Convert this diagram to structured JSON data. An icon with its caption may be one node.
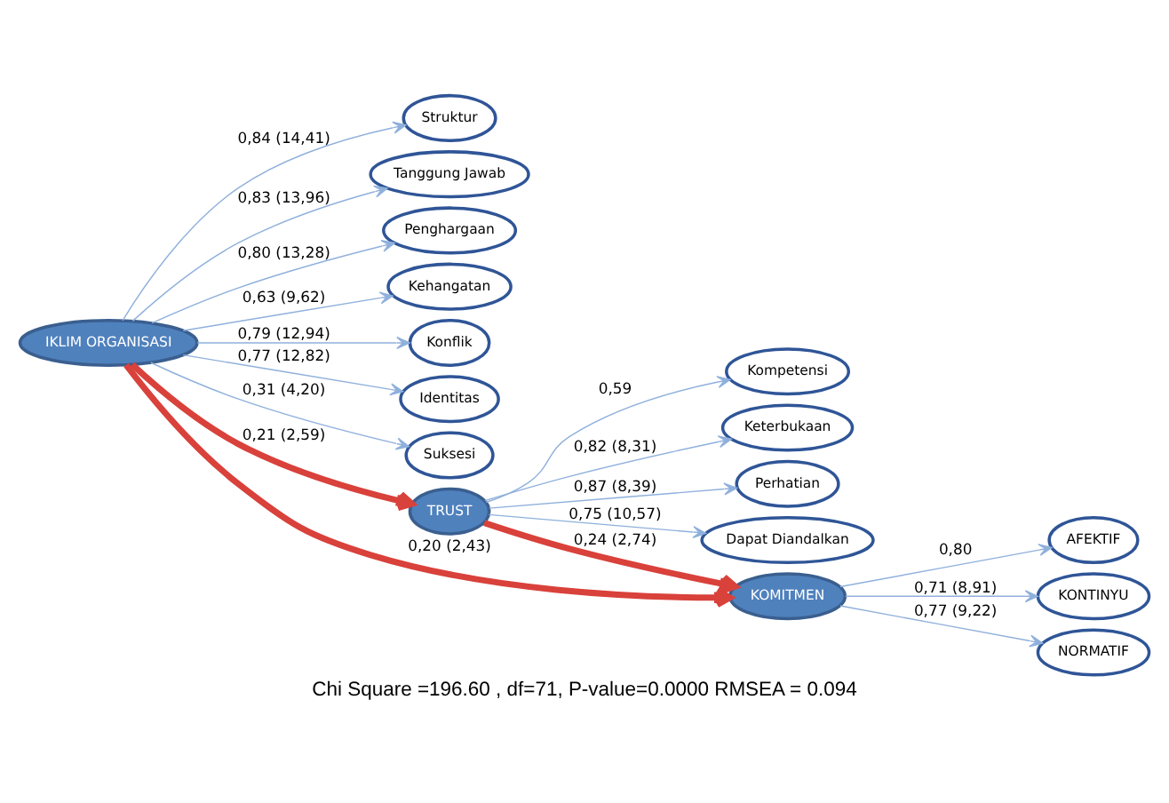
{
  "diagram": {
    "caption": "Chi Square =196.60 , df=71, P-value=0.0000 RMSEA = 0.094",
    "nodes": [
      {
        "text": [
          "Struktur"
        ]
      },
      {
        "text": [
          "Tanggung Jawab"
        ]
      },
      {
        "text": [
          "Penghargaan"
        ]
      },
      {
        "text": [
          "Kehangatan"
        ]
      },
      {
        "text": [
          "Konflik"
        ]
      },
      {
        "text": [
          "Identitas"
        ]
      },
      {
        "text": [
          "Suksesi"
        ]
      },
      {
        "text": [
          "Kompetensi"
        ]
      },
      {
        "text": [
          "Keterbukaan"
        ]
      },
      {
        "text": [
          "Perhatian"
        ]
      },
      {
        "text": [
          "Dapat Diandalkan"
        ]
      },
      {
        "text": [
          "TRUST"
        ]
      },
      {
        "text": [
          "IKLIM ORGANISASI"
        ]
      },
      {
        "text": [
          "KOMITMEN"
        ]
      },
      {
        "text": [
          "AFEKTIF"
        ]
      },
      {
        "text": [
          "KONTINYU"
        ]
      },
      {
        "text": [
          "NORMATIF"
        ]
      }
    ],
    "edges": [
      {
        "from": 12,
        "to": 0,
        "arrow": "to",
        "label": "0,84 (14,41)"
      },
      {
        "from": 12,
        "to": 1,
        "arrow": "to",
        "label": "0,83 (13,96)"
      },
      {
        "from": 12,
        "to": 2,
        "arrow": "to",
        "label": "0,80 (13,28)"
      },
      {
        "from": 12,
        "to": 3,
        "arrow": "to",
        "label": "0,63 (9,62)"
      },
      {
        "from": 12,
        "to": 4,
        "arrow": "to",
        "label": "0,79 (12,94)"
      },
      {
        "from": 12,
        "to": 5,
        "arrow": "to",
        "label": "0,77 (12,82)"
      },
      {
        "from": 12,
        "to": 6,
        "arrow": "to",
        "label": "0,31 (4,20)"
      },
      {
        "from": 11,
        "to": 7,
        "arrow": "to",
        "label": "0,59"
      },
      {
        "from": 11,
        "to": 8,
        "arrow": "to",
        "label": "0,82 (8,31)"
      },
      {
        "from": 11,
        "to": 9,
        "arrow": "to",
        "label": "0,87 (8,39)"
      },
      {
        "from": 11,
        "to": 10,
        "arrow": "to",
        "label": "0,75 (10,57)"
      },
      {
        "from": 12,
        "to": 11,
        "arrow": "to",
        "label": "0,21 (2,59)",
        "style": "thick",
        "color": "#d9413b"
      },
      {
        "from": 11,
        "to": 13,
        "arrow": "to",
        "label": "0,24 (2,74)",
        "style": "thick",
        "color": "#d9413b"
      },
      {
        "from": 12,
        "to": 13,
        "arrow": "to",
        "label": "0,20 (2,43)",
        "style": "thick",
        "color": "#d9413b"
      },
      {
        "from": 13,
        "to": 14,
        "arrow": "to",
        "label": "0,80"
      },
      {
        "from": 13,
        "to": 15,
        "arrow": "to",
        "label": "0,71 (8,91)"
      },
      {
        "from": 13,
        "to": 16,
        "arrow": "to",
        "label": "0,77 (9,22)"
      }
    ]
  }
}
